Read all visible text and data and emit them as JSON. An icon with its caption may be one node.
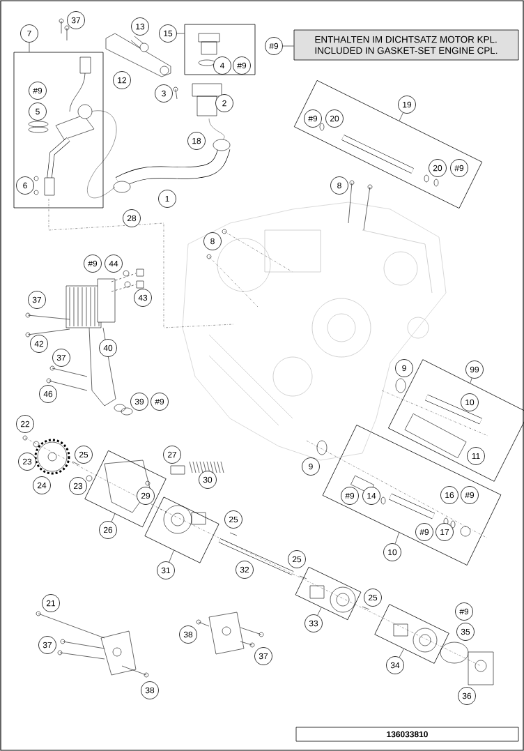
{
  "diagram": {
    "nodes": [
      {
        "text": [
          "37"
        ]
      },
      {
        "text": [
          "7"
        ]
      },
      {
        "text": [],
        "shape": "box"
      },
      {
        "text": [
          "#9"
        ],
        "in": 2
      },
      {
        "text": [
          "5"
        ],
        "in": 2
      },
      {
        "text": [
          "6"
        ],
        "in": 2
      },
      {
        "text": [
          "13"
        ]
      },
      {
        "text": [
          "15"
        ]
      },
      {
        "text": [],
        "shape": "box"
      },
      {
        "text": [
          "4"
        ],
        "in": 8
      },
      {
        "text": [
          "#9"
        ],
        "in": 8
      },
      {
        "text": [
          "#9"
        ]
      },
      {
        "text": [
          "ENTHALTEN IM DICHTSATZ MOTOR KPL.",
          "INCLUDED IN GASKET-SET ENGINE CPL."
        ]
      },
      {
        "text": [
          "12"
        ]
      },
      {
        "text": [
          "3"
        ]
      },
      {
        "text": [
          "2"
        ]
      },
      {
        "text": [
          "19"
        ]
      },
      {
        "text": [],
        "shape": "box"
      },
      {
        "text": [
          "#9"
        ],
        "in": 17
      },
      {
        "text": [
          "20"
        ],
        "in": 17
      },
      {
        "text": [
          "18"
        ]
      },
      {
        "text": [
          "20"
        ],
        "in": 17
      },
      {
        "text": [
          "#9"
        ],
        "in": 17
      },
      {
        "text": [
          "8"
        ]
      },
      {
        "text": [
          "1"
        ]
      },
      {
        "text": [
          "28"
        ]
      },
      {
        "text": [
          "8"
        ]
      },
      {
        "text": [
          "#9"
        ]
      },
      {
        "text": [
          "44"
        ]
      },
      {
        "text": [
          "43"
        ]
      },
      {
        "text": [
          "37"
        ]
      },
      {
        "text": [
          "42"
        ]
      },
      {
        "text": [
          "40"
        ]
      },
      {
        "text": [
          "37"
        ]
      },
      {
        "text": [
          "9"
        ]
      },
      {
        "text": [
          "99"
        ]
      },
      {
        "text": [],
        "shape": "box"
      },
      {
        "text": [
          "10"
        ],
        "in": 36
      },
      {
        "text": [
          "46"
        ]
      },
      {
        "text": [
          "39"
        ]
      },
      {
        "text": [
          "#9"
        ]
      },
      {
        "text": [
          "22"
        ]
      },
      {
        "text": [
          "11"
        ],
        "in": 36
      },
      {
        "text": [
          "25"
        ]
      },
      {
        "text": [
          "27"
        ]
      },
      {
        "text": [
          "23"
        ]
      },
      {
        "text": [
          "9"
        ]
      },
      {
        "text": [
          "30"
        ]
      },
      {
        "text": [
          "24"
        ]
      },
      {
        "text": [
          "23"
        ]
      },
      {
        "text": [],
        "shape": "box"
      },
      {
        "text": [
          "29"
        ],
        "in": 50
      },
      {
        "text": [],
        "shape": "box"
      },
      {
        "text": [
          "#9"
        ],
        "in": 52
      },
      {
        "text": [
          "14"
        ],
        "in": 52
      },
      {
        "text": [
          "16"
        ],
        "in": 52
      },
      {
        "text": [
          "#9"
        ],
        "in": 52
      },
      {
        "text": [
          "25"
        ]
      },
      {
        "text": [
          "26"
        ]
      },
      {
        "text": [],
        "shape": "box"
      },
      {
        "text": [
          "#9"
        ],
        "in": 52
      },
      {
        "text": [
          "17"
        ],
        "in": 52
      },
      {
        "text": [
          "31"
        ]
      },
      {
        "text": [
          "10"
        ]
      },
      {
        "text": [
          "25"
        ]
      },
      {
        "text": [
          "32"
        ]
      },
      {
        "text": [],
        "shape": "box"
      },
      {
        "text": [
          "25"
        ]
      },
      {
        "text": [
          "21"
        ]
      },
      {
        "text": [
          "#9"
        ]
      },
      {
        "text": [
          "33"
        ]
      },
      {
        "text": [
          "35"
        ]
      },
      {
        "text": [],
        "shape": "box"
      },
      {
        "text": [
          "38"
        ]
      },
      {
        "text": [
          "37"
        ]
      },
      {
        "text": [
          "37"
        ]
      },
      {
        "text": [
          "34"
        ]
      },
      {
        "text": [
          "38"
        ]
      },
      {
        "text": [
          "36"
        ]
      },
      {
        "text": [
          "136033810"
        ]
      }
    ],
    "edges": [
      {
        "from": 11,
        "to": 12,
        "arrow": "none"
      },
      {
        "from": 1,
        "to": 2,
        "arrow": "none"
      },
      {
        "from": 7,
        "to": 8,
        "arrow": "none"
      },
      {
        "from": 16,
        "to": 17,
        "arrow": "none"
      },
      {
        "from": 35,
        "to": 36,
        "arrow": "none"
      },
      {
        "from": 58,
        "to": 50,
        "arrow": "none"
      },
      {
        "from": 62,
        "to": 59,
        "arrow": "none"
      },
      {
        "from": 63,
        "to": 52,
        "arrow": "none"
      },
      {
        "from": 70,
        "to": 66,
        "arrow": "none"
      },
      {
        "from": 76,
        "to": 72,
        "arrow": "none"
      }
    ]
  }
}
